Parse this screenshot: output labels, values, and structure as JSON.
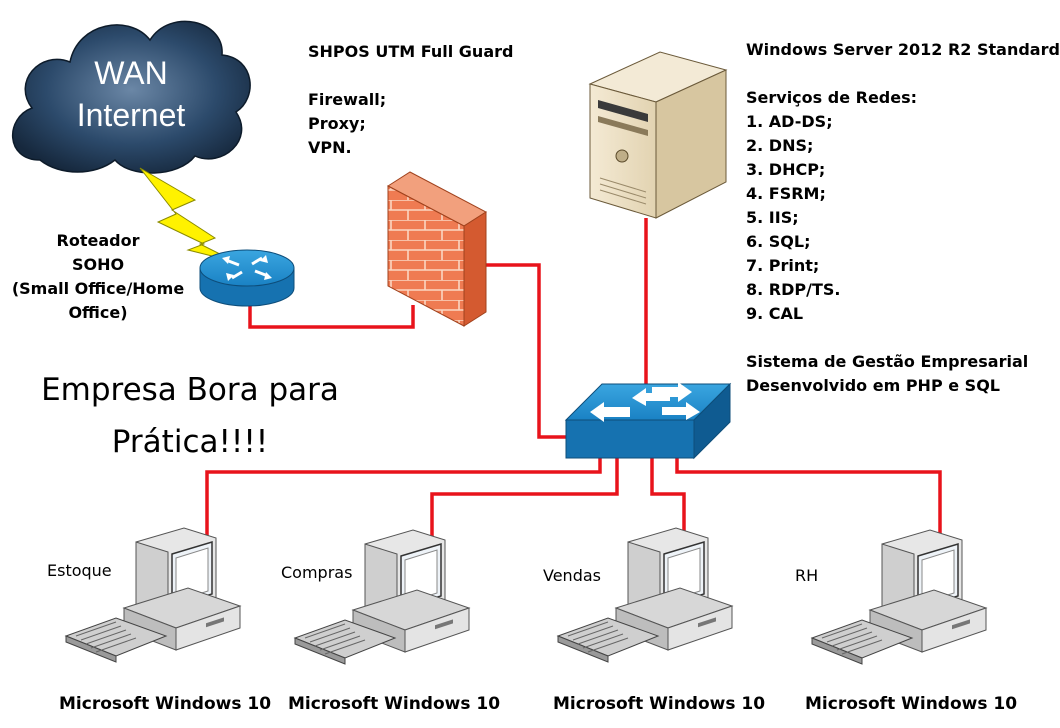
{
  "wan": {
    "line1": "WAN",
    "line2": "Internet"
  },
  "router": {
    "line1": "Roteador",
    "line2": "SOHO",
    "line3": "(Small Office/Home",
    "line4": "Office)"
  },
  "firewall": {
    "title": "SHPOS UTM Full Guard",
    "services": [
      "Firewall;",
      "Proxy;",
      "VPN."
    ]
  },
  "server": {
    "title": "Windows Server 2012 R2 Standard",
    "services_heading": "Serviços de Redes:",
    "services": [
      "1. AD-DS;",
      "2. DNS;",
      "3. DHCP;",
      "4. FSRM;",
      "5. IIS;",
      "6. SQL;",
      "7. Print;",
      "8. RDP/TS.",
      "9. CAL"
    ],
    "system_line1": "Sistema de Gestão Empresarial",
    "system_line2": "Desenvolvido em PHP e SQL"
  },
  "company": {
    "line1": "Empresa Bora para",
    "line2": "Prática!!!!"
  },
  "workstations": [
    {
      "dept": "Estoque",
      "os": "Microsoft Windows 10"
    },
    {
      "dept": "Compras",
      "os": "Microsoft Windows 10"
    },
    {
      "dept": "Vendas",
      "os": "Microsoft Windows 10"
    },
    {
      "dept": "RH",
      "os": "Microsoft Windows 10"
    }
  ],
  "colors": {
    "link": "#e8131b",
    "cloud": "#1f3d5c",
    "device_blue": "#1f8fd1",
    "firewall_brick": "#e8704a"
  }
}
